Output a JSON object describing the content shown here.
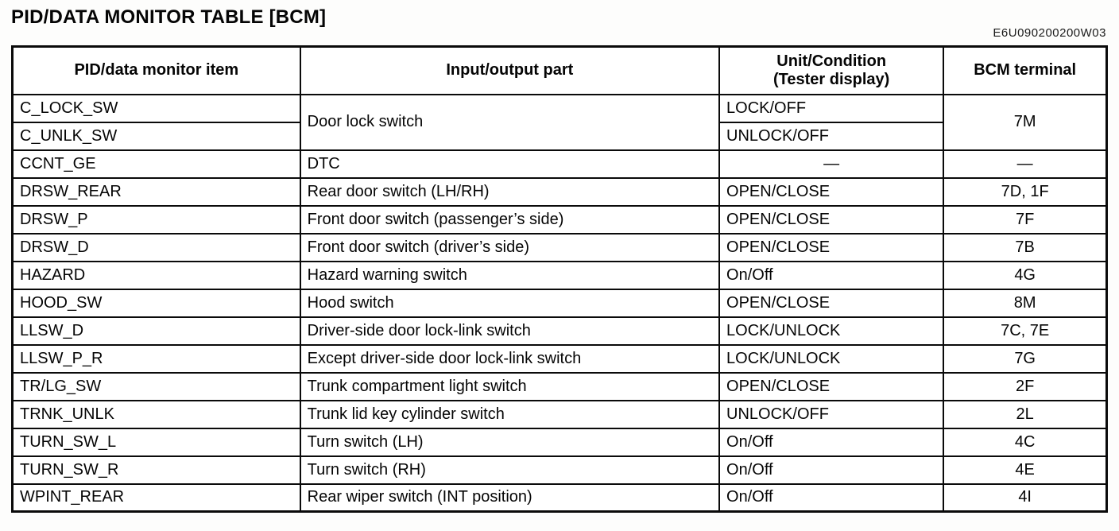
{
  "page": {
    "title": "PID/DATA MONITOR TABLE [BCM]",
    "doc_code": "E6U090200200W03"
  },
  "table": {
    "headers": {
      "item": "PID/data monitor item",
      "part": "Input/output part",
      "condition": "Unit/Condition\n(Tester display)",
      "terminal": "BCM terminal"
    },
    "rows": [
      {
        "item": "C_LOCK_SW",
        "part": "Door lock switch",
        "condition": "LOCK/OFF",
        "terminal": "7M"
      },
      {
        "item": "C_UNLK_SW",
        "condition": "UNLOCK/OFF"
      },
      {
        "item": "CCNT_GE",
        "part": "DTC",
        "condition": "—",
        "terminal": "—"
      },
      {
        "item": "DRSW_REAR",
        "part": "Rear door switch (LH/RH)",
        "condition": "OPEN/CLOSE",
        "terminal": "7D, 1F"
      },
      {
        "item": "DRSW_P",
        "part": "Front door switch (passenger’s side)",
        "condition": "OPEN/CLOSE",
        "terminal": "7F"
      },
      {
        "item": "DRSW_D",
        "part": "Front door switch (driver’s side)",
        "condition": "OPEN/CLOSE",
        "terminal": "7B"
      },
      {
        "item": "HAZARD",
        "part": "Hazard warning switch",
        "condition": "On/Off",
        "terminal": "4G"
      },
      {
        "item": "HOOD_SW",
        "part": "Hood switch",
        "condition": "OPEN/CLOSE",
        "terminal": "8M"
      },
      {
        "item": "LLSW_D",
        "part": "Driver-side door lock-link switch",
        "condition": "LOCK/UNLOCK",
        "terminal": "7C, 7E"
      },
      {
        "item": "LLSW_P_R",
        "part": "Except driver-side door lock-link switch",
        "condition": "LOCK/UNLOCK",
        "terminal": "7G"
      },
      {
        "item": "TR/LG_SW",
        "part": "Trunk compartment light switch",
        "condition": "OPEN/CLOSE",
        "terminal": "2F"
      },
      {
        "item": "TRNK_UNLK",
        "part": "Trunk lid key cylinder switch",
        "condition": "UNLOCK/OFF",
        "terminal": "2L"
      },
      {
        "item": "TURN_SW_L",
        "part": "Turn switch (LH)",
        "condition": "On/Off",
        "terminal": "4C"
      },
      {
        "item": "TURN_SW_R",
        "part": "Turn switch (RH)",
        "condition": "On/Off",
        "terminal": "4E"
      },
      {
        "item": "WPINT_REAR",
        "part": "Rear wiper switch (INT position)",
        "condition": "On/Off",
        "terminal": "4I"
      }
    ]
  }
}
